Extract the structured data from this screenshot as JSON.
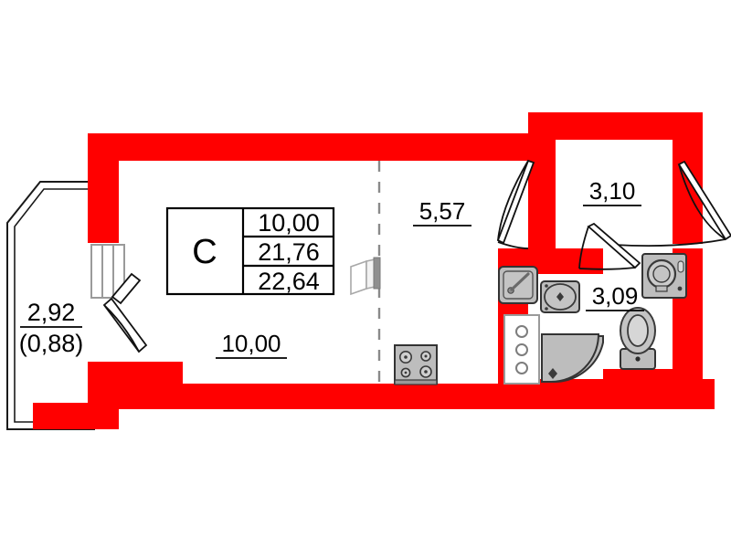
{
  "plan": {
    "title": "Studio apartment floor plan",
    "unit_type_letter": "C",
    "colors": {
      "wall": "#ff0000",
      "outline": "#1a1a1a",
      "fixture": "#bdbdbd",
      "background": "#ffffff",
      "dashed_partition": "#8a8a8a"
    },
    "summary_table": {
      "type_label": "C",
      "rows": [
        {
          "name": "living-area",
          "value": "10,00"
        },
        {
          "name": "total-area",
          "value": "21,76"
        },
        {
          "name": "total-area-with-balcony",
          "value": "22,64"
        }
      ]
    },
    "rooms": [
      {
        "name": "balcony",
        "label": "2,92",
        "sub_label": "(0,88)"
      },
      {
        "name": "living-room",
        "label": "10,00"
      },
      {
        "name": "kitchen-zone",
        "label": "5,57"
      },
      {
        "name": "hallway",
        "label": "3,10"
      },
      {
        "name": "bathroom",
        "label": "3,09"
      }
    ],
    "fixtures": [
      {
        "name": "kitchen-sink"
      },
      {
        "name": "stove-four-burner"
      },
      {
        "name": "kitchen-cabinet-three-burner"
      },
      {
        "name": "bathroom-washbasin"
      },
      {
        "name": "shower-corner"
      },
      {
        "name": "toilet"
      },
      {
        "name": "washing-machine"
      }
    ],
    "doors": [
      {
        "name": "balcony-door"
      },
      {
        "name": "entrance-door"
      },
      {
        "name": "hallway-door-left"
      },
      {
        "name": "bathroom-door"
      },
      {
        "name": "sliding-partition-door"
      }
    ]
  }
}
